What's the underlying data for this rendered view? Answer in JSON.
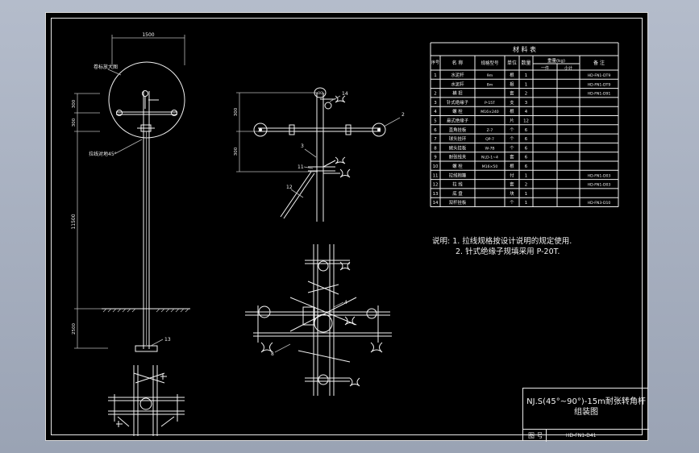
{
  "bom": {
    "title": "材 料 表",
    "headers": {
      "seq": "序号",
      "name": "名 称",
      "spec": "规格型号",
      "unit": "单位",
      "qty": "数量",
      "weight": "重量(kg)",
      "weight_single": "一件",
      "weight_total": "小计",
      "remark": "备 注"
    },
    "rows": [
      [
        "1",
        "水泥杆",
        "9m",
        "根",
        "1",
        "",
        "",
        "HD-FN1-DT9"
      ],
      [
        "",
        "水泥杆",
        "8m",
        "根",
        "1",
        "",
        "",
        "HD-FN1-DT9"
      ],
      [
        "2",
        "横 担",
        "",
        "套",
        "2",
        "",
        "",
        "HD-FN1-D91"
      ],
      [
        "3",
        "针式绝缘子",
        "P-15T",
        "支",
        "3",
        "",
        "",
        ""
      ],
      [
        "4",
        "螺 栓",
        "M16×240",
        "根",
        "4",
        "",
        "",
        ""
      ],
      [
        "5",
        "悬式绝缘子",
        "",
        "片",
        "12",
        "",
        "",
        ""
      ],
      [
        "6",
        "直角挂板",
        "Z-7",
        "个",
        "6",
        "",
        "",
        ""
      ],
      [
        "7",
        "球头挂环",
        "QP-7",
        "个",
        "6",
        "",
        "",
        ""
      ],
      [
        "8",
        "碗头挂板",
        "W-7B",
        "个",
        "6",
        "",
        "",
        ""
      ],
      [
        "9",
        "耐张线夹",
        "NLD-1~4",
        "套",
        "6",
        "",
        "",
        ""
      ],
      [
        "10",
        "螺 栓",
        "M16×50",
        "根",
        "6",
        "",
        "",
        ""
      ],
      [
        "11",
        "拉线抱箍",
        "",
        "付",
        "1",
        "",
        "",
        "HD-FN1-D03"
      ],
      [
        "12",
        "拉 线",
        "",
        "套",
        "2",
        "",
        "",
        "HD-FN1-D03"
      ],
      [
        "13",
        "底 盘",
        "",
        "块",
        "1",
        "",
        "",
        ""
      ],
      [
        "14",
        "双杆挂板",
        "",
        "个",
        "1",
        "",
        "",
        "HD-FN3-D10"
      ]
    ]
  },
  "notes": {
    "line1": "说明: 1. 拉线规格按设计说明的规定使用.",
    "line2": "2. 针式绝缘子规填采用 P-20T."
  },
  "title_block": {
    "line1": "NJ.S(45°~90°)-15m耐张转角杆",
    "line2": "组装图",
    "drawing_no_label": "图 号",
    "drawing_no": "HD-FN1-D41"
  },
  "dims": {
    "top_width": "1500",
    "d300a": "300",
    "d300b": "300",
    "d11500": "11500",
    "d2500": "2500",
    "mid_300a": "300",
    "mid_300b": "300"
  },
  "labels": {
    "enlarged": "卷标放大图",
    "guy_angle": "拉线对地45°",
    "n13": "13",
    "n14": "14",
    "n2": "2",
    "n3": "3",
    "n11": "11",
    "n12": "12",
    "n4": "4",
    "n8": "8"
  }
}
